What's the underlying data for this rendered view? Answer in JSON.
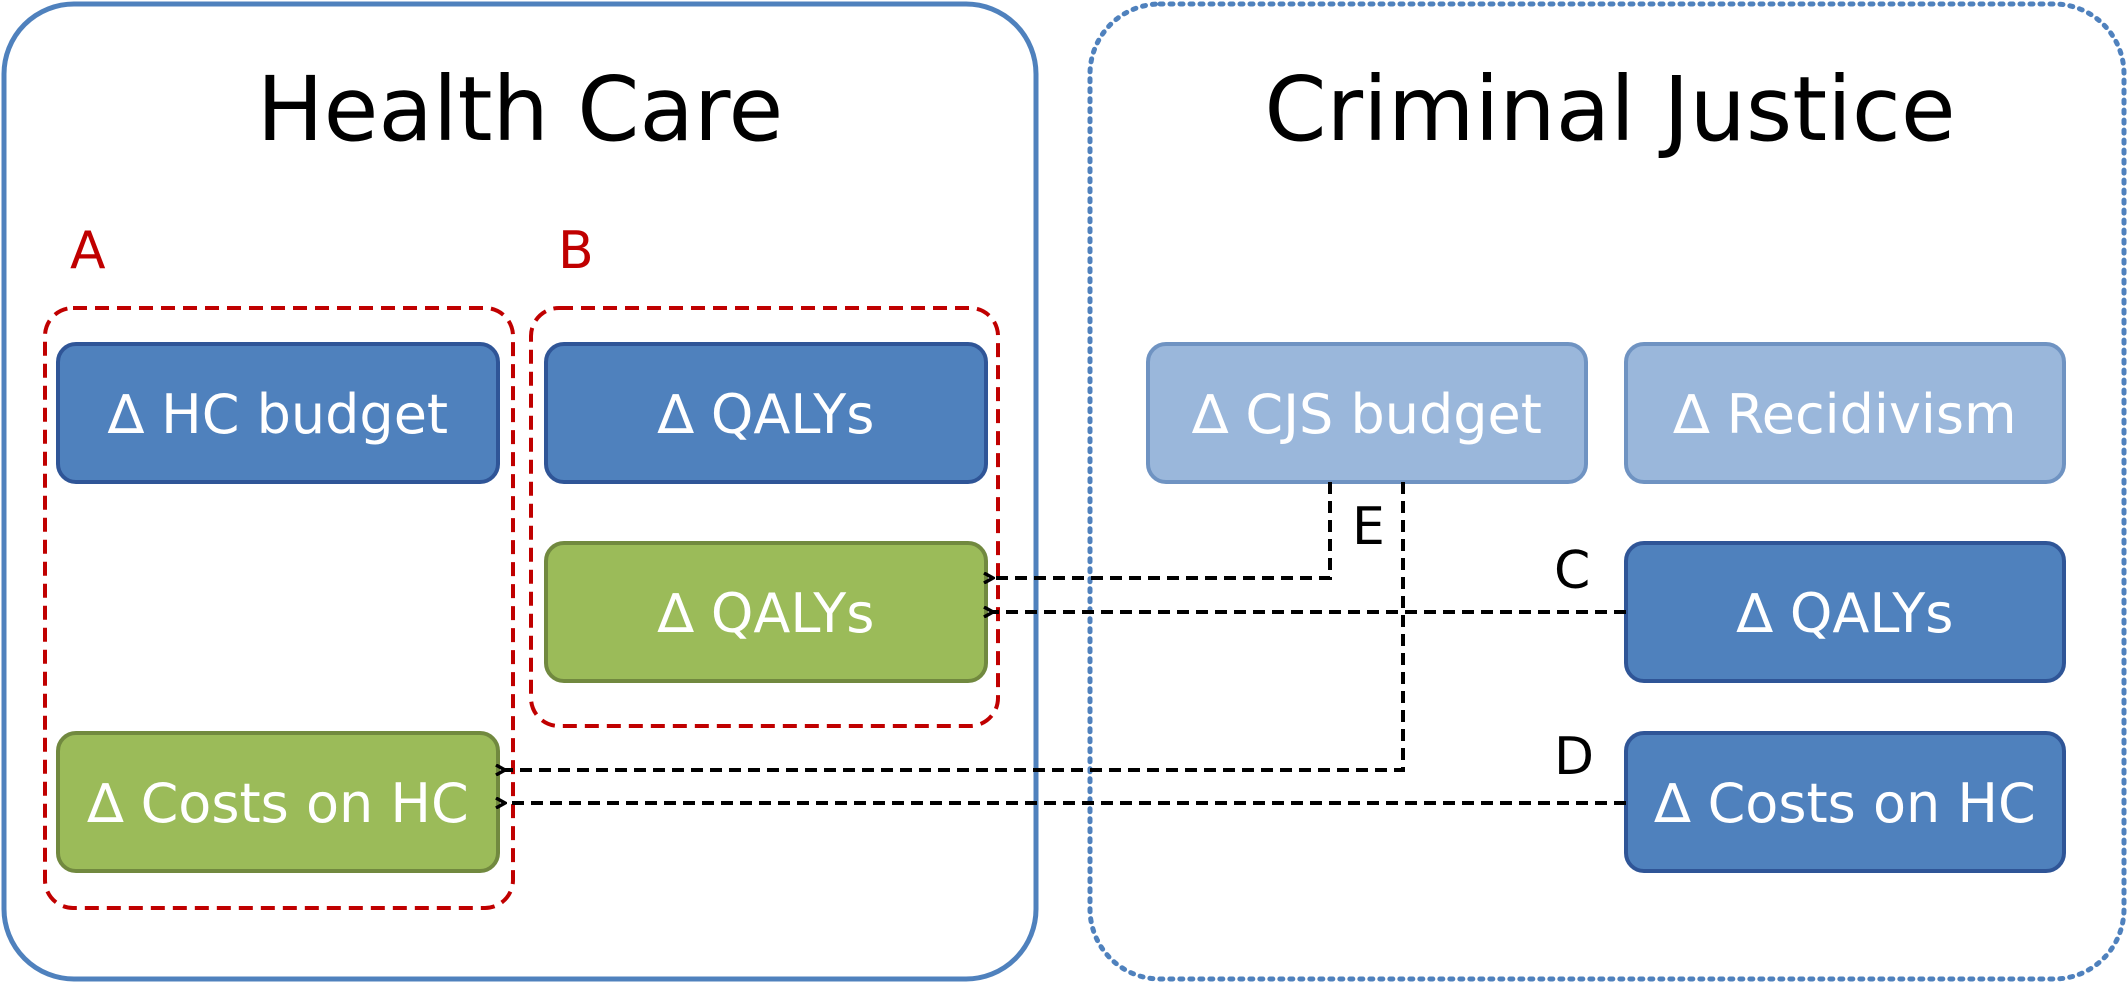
{
  "colors": {
    "panel_border": "#4f81bd",
    "group_border": "#c00000",
    "arrow": "#000000",
    "blue_box_fill": "#4f81bd",
    "blue_box_stroke": "#2f5597",
    "light_box_fill": "#9ab7db",
    "light_box_stroke": "#6f93c2",
    "green_box_fill": "#9bbb59",
    "green_box_stroke": "#71893f",
    "box_text": "#ffffff"
  },
  "panels": {
    "health_care": {
      "title": "Health Care"
    },
    "criminal_justice": {
      "title": "Criminal Justice"
    }
  },
  "groups": {
    "a": {
      "letter": "A"
    },
    "b": {
      "letter": "B"
    }
  },
  "boxes": {
    "hc_budget": "∆ HC budget",
    "hc_qalys_blue": "∆ QALYs",
    "hc_qalys_green": "∆ QALYs",
    "hc_costs_green": "∆ Costs on HC",
    "cjs_budget": "∆ CJS budget",
    "cjs_recidivism": "∆ Recidivism",
    "cjs_qalys": "∆ QALYs",
    "cjs_costs_on_hc": "∆ Costs on HC"
  },
  "links": {
    "c": "C",
    "d": "D",
    "e": "E"
  }
}
